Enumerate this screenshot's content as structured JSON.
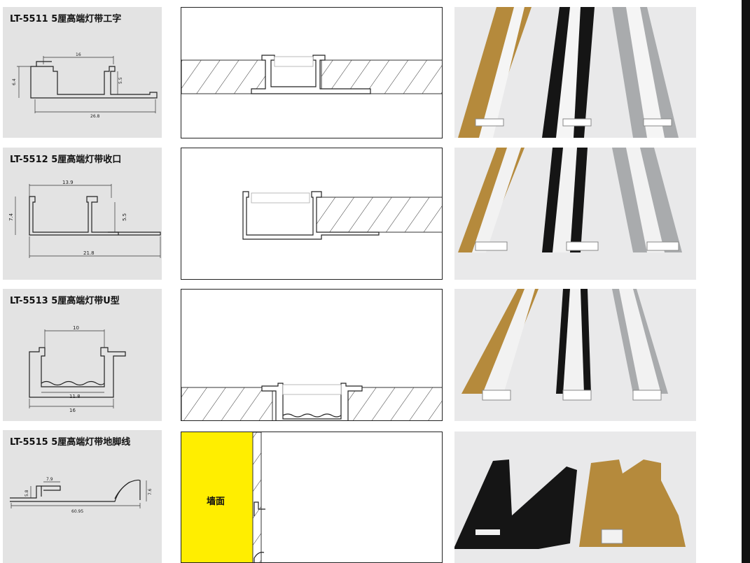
{
  "rows": [
    {
      "code": "LT-5511",
      "name": "5厘高端灯带工字",
      "dims": [
        "16",
        "6.4",
        "5.5",
        "26.8"
      ]
    },
    {
      "code": "LT-5512",
      "name": "5厘高端灯带收口",
      "dims": [
        "13.9",
        "7.4",
        "5.5",
        "21.8"
      ]
    },
    {
      "code": "LT-5513",
      "name": "5厘高端灯带U型",
      "dims": [
        "10",
        "11.8",
        "16"
      ]
    },
    {
      "code": "LT-5515",
      "name": "5厘高端灯带地脚线",
      "dims": [
        "7.9",
        "5.8",
        "7.6",
        "60.95"
      ]
    }
  ],
  "install_4": {
    "wall_label": "墙面"
  },
  "colors": {
    "gold": "#b58a3c",
    "black": "#151515",
    "silver": "#a9abad",
    "wall_yellow": "#ffee00",
    "panel_bg": "#e3e3e3"
  }
}
